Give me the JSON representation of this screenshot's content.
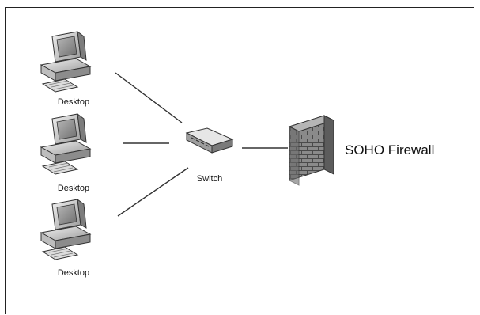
{
  "diagram": {
    "nodes": {
      "desktop_1": {
        "label": "Desktop",
        "icon": "desktop-computer-icon"
      },
      "desktop_2": {
        "label": "Desktop",
        "icon": "desktop-computer-icon"
      },
      "desktop_3": {
        "label": "Desktop",
        "icon": "desktop-computer-icon"
      },
      "switch": {
        "label": "Switch",
        "icon": "network-switch-icon"
      },
      "firewall": {
        "label": "SOHO Firewall",
        "icon": "brick-firewall-icon"
      }
    },
    "edges": [
      {
        "from": "desktop_1",
        "to": "switch"
      },
      {
        "from": "desktop_2",
        "to": "switch"
      },
      {
        "from": "desktop_3",
        "to": "switch"
      },
      {
        "from": "switch",
        "to": "firewall"
      }
    ],
    "colors": {
      "line": "#333333",
      "brick": "#8a8a8a",
      "mortar": "#4a4a4a",
      "device": "#cfcfcf"
    }
  }
}
